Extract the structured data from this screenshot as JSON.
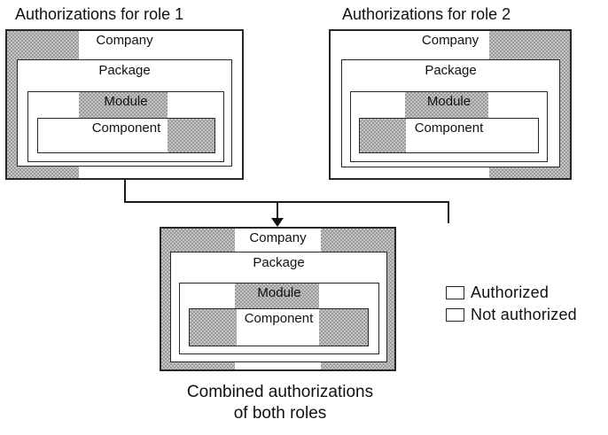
{
  "titles": {
    "role1": "Authorizations for role 1",
    "role2": "Authorizations for role 2"
  },
  "diagrams": {
    "role1": {
      "company": "Company",
      "package": "Package",
      "module": "Module",
      "component": "Component"
    },
    "role2": {
      "company": "Company",
      "package": "Package",
      "module": "Module",
      "component": "Component"
    },
    "combined": {
      "company": "Company",
      "package": "Package",
      "module": "Module",
      "component": "Component"
    }
  },
  "legend": {
    "authorized": "Authorized",
    "not_authorized": "Not authorized"
  },
  "caption": {
    "line1": "Combined authorizations",
    "line2": "of both roles"
  },
  "colors": {
    "authorized_fill": "#b0b0b0",
    "not_authorized_fill": "#ffffff",
    "border": "#262626"
  }
}
